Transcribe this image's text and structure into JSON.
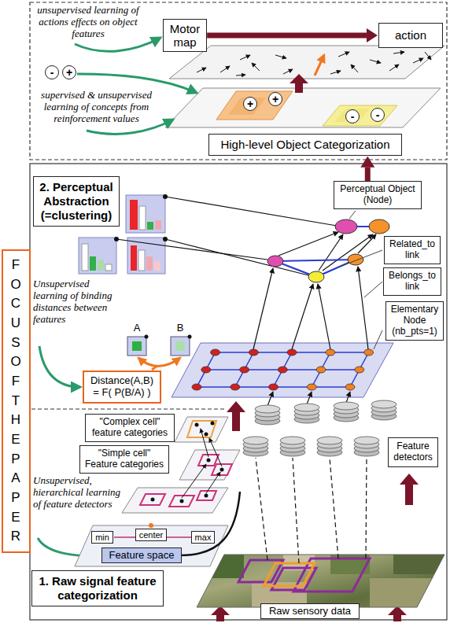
{
  "diagram": {
    "nodes": [
      {
        "text": [
          "Motor map"
        ]
      },
      {
        "text": [
          "action"
        ]
      },
      {
        "text": [
          "-"
        ]
      },
      {
        "text": [
          "+"
        ]
      },
      {
        "text": [
          "+"
        ]
      },
      {
        "text": [
          "+"
        ]
      },
      {
        "text": [
          "-"
        ]
      },
      {
        "text": [
          "-"
        ]
      },
      {
        "text": [
          "High-level Object Categorization"
        ]
      },
      {
        "text": [
          "2. Perceptual Abstraction (=clustering)"
        ]
      },
      {
        "text": [
          "Perceptual Object (Node)"
        ]
      },
      {
        "text": [
          "Related_to link"
        ]
      },
      {
        "text": [
          "Belongs_to link"
        ]
      },
      {
        "text": [
          "FOCUS OF THE PAPER"
        ]
      },
      {
        "text": [
          "Elementary Node (nb_pts=1)"
        ]
      },
      {
        "text": [
          "Distance(A,B) = F( P(B/A) )"
        ]
      },
      {
        "text": [
          "\"Complex cell\" feature categories"
        ]
      },
      {
        "text": [
          "\"Simple cell\" Feature categories"
        ]
      },
      {
        "text": [
          "Feature detectors"
        ]
      },
      {
        "text": [
          "min"
        ]
      },
      {
        "text": [
          "center"
        ]
      },
      {
        "text": [
          "max"
        ]
      },
      {
        "text": [
          "Feature space"
        ]
      },
      {
        "text": [
          "1. Raw signal feature categorization"
        ]
      },
      {
        "text": [
          "Raw sensory data"
        ]
      }
    ],
    "edges": [
      {
        "from": 0,
        "to": 1,
        "arrow": "to"
      },
      {
        "from": 10,
        "to": 8,
        "arrow": "to"
      }
    ],
    "labels": [
      "unsupervised learning of actions effects on object features",
      "supervised & unsupervised learning of concepts from reinforcement values",
      "Unsupervised learning of binding distances between features",
      "A",
      "B",
      "Unsupervised, hierarchical learning of feature detectors"
    ]
  }
}
